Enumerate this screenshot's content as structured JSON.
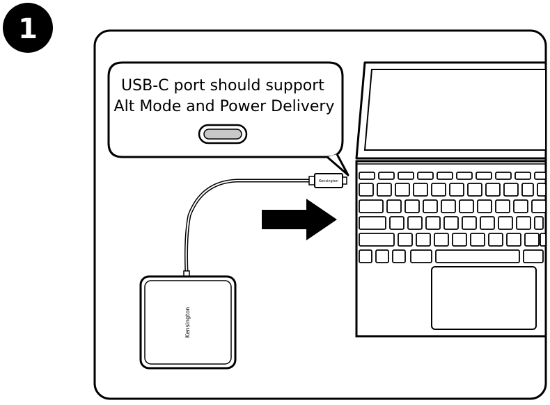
{
  "step": {
    "number": "1"
  },
  "callout": {
    "line1": "USB-C port should support",
    "line2": "Alt Mode and Power Delivery"
  },
  "brand": {
    "connector_label": "Kensington",
    "hub_label": "Kensington"
  },
  "colors": {
    "ink": "#000000",
    "port_fill": "#c8c8c8",
    "background": "#ffffff"
  },
  "icons": {
    "arrow": "right-arrow-icon",
    "port": "usb-c-port-icon"
  }
}
